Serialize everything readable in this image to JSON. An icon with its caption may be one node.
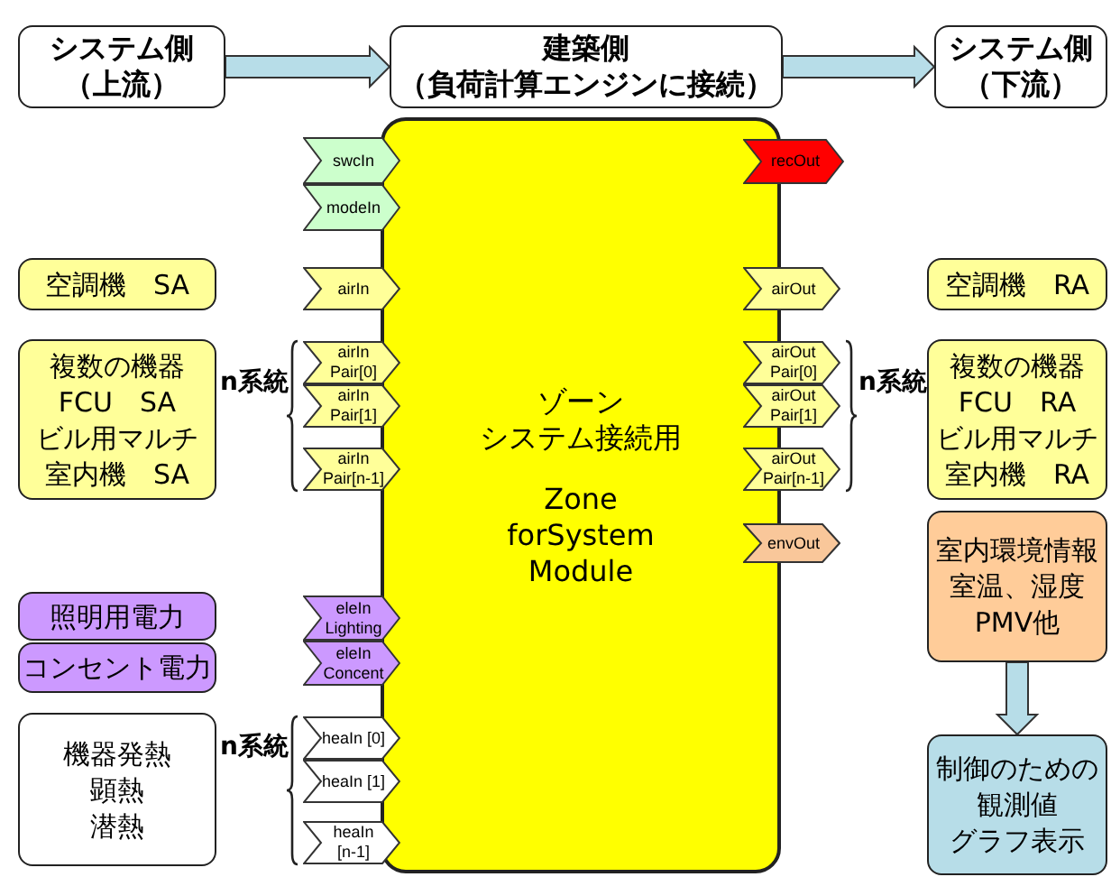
{
  "diagram": {
    "nodes": [
      {
        "text": [
          "システム側",
          "（上流）"
        ]
      },
      {
        "text": [
          "建築側",
          "（負荷計算エンジンに接続）"
        ]
      },
      {
        "text": [
          "システム側",
          "（下流）"
        ]
      },
      {
        "text": [
          "ゾーン",
          "システム接続用",
          "Zone forSystem Module"
        ]
      },
      {
        "text": [
          "swcIn"
        ]
      },
      {
        "text": [
          "modeIn"
        ]
      },
      {
        "text": [
          "recOut"
        ]
      },
      {
        "text": [
          "空調機　SA"
        ]
      },
      {
        "text": [
          "airIn"
        ]
      },
      {
        "text": [
          "airOut"
        ]
      },
      {
        "text": [
          "空調機　RA"
        ]
      },
      {
        "text": [
          "複数の機器",
          "FCU　SA",
          "ビル用マルチ",
          "室内機　SA"
        ]
      },
      {
        "text": [
          "airIn Pair[0]"
        ]
      },
      {
        "text": [
          "airIn Pair[1]"
        ]
      },
      {
        "text": [
          "airIn Pair[n-1]"
        ]
      },
      {
        "text": [
          "airOut Pair[0]"
        ]
      },
      {
        "text": [
          "airOut Pair[1]"
        ]
      },
      {
        "text": [
          "airOut Pair[n-1]"
        ]
      },
      {
        "text": [
          "複数の機器",
          "FCU　RA",
          "ビル用マルチ",
          "室内機　RA"
        ]
      },
      {
        "text": [
          "envOut"
        ]
      },
      {
        "text": [
          "室内環境情報",
          "室温、湿度",
          "PMV他"
        ]
      },
      {
        "text": [
          "制御のための",
          "観測値",
          "グラフ表示"
        ]
      },
      {
        "text": [
          "照明用電力"
        ]
      },
      {
        "text": [
          "コンセント電力"
        ]
      },
      {
        "text": [
          "eleIn Lighting"
        ]
      },
      {
        "text": [
          "eleIn Concent"
        ]
      },
      {
        "text": [
          "機器発熱",
          "顕熱",
          "潜熱"
        ]
      },
      {
        "text": [
          "heaIn [0]"
        ]
      },
      {
        "text": [
          "heaIn [1]"
        ]
      },
      {
        "text": [
          "heaIn [n-1]"
        ]
      }
    ],
    "edges": [
      {
        "from": 0,
        "to": 1,
        "arrow": "to"
      },
      {
        "from": 1,
        "to": 2,
        "arrow": "to"
      },
      {
        "from": 20,
        "to": 21,
        "arrow": "to"
      }
    ],
    "labels": [
      "n系統",
      "n系統",
      "n系統"
    ]
  }
}
